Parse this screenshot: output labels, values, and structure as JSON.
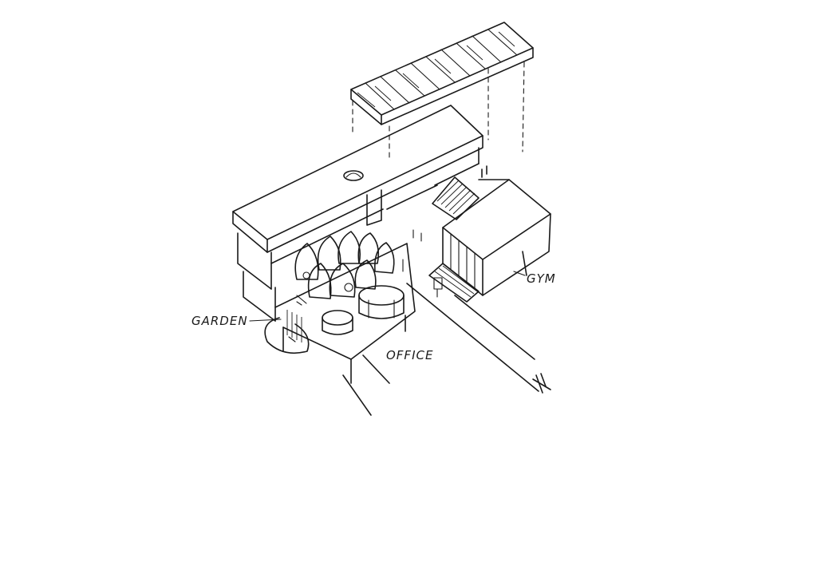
{
  "labels": {
    "garden": "GARDEN",
    "office": "OFFICE",
    "gym": "GYM"
  },
  "colors": {
    "ink": "#1a1a1a",
    "paper": "#ffffff"
  }
}
